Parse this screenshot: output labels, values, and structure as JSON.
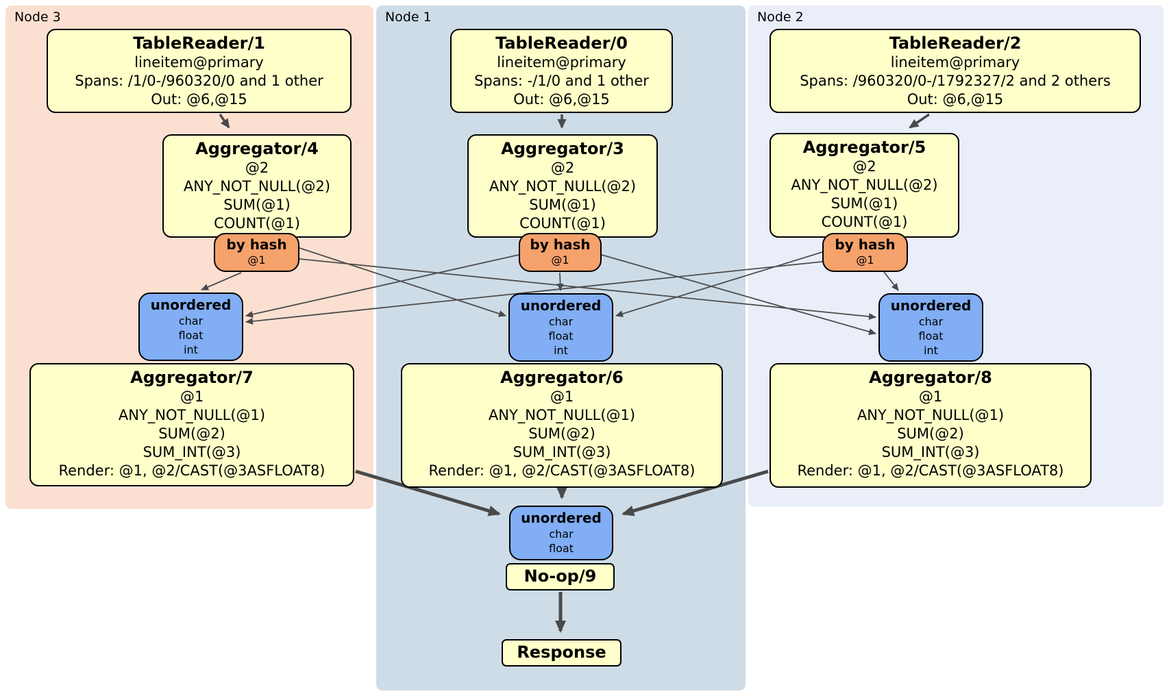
{
  "node3": {
    "label": "Node 3",
    "table_reader": {
      "title": "TableReader/1",
      "lines": [
        "lineitem@primary",
        "Spans: /1/0-/960320/0 and 1 other",
        "Out: @6,@15"
      ]
    },
    "aggregator_top": {
      "title": "Aggregator/4",
      "lines": [
        "@2",
        "ANY_NOT_NULL(@2)",
        "SUM(@1)",
        "COUNT(@1)"
      ]
    },
    "hash_router": {
      "title": "by hash",
      "sub": "@1"
    },
    "sync": {
      "title": "unordered",
      "lines": [
        "char",
        "float",
        "int"
      ]
    },
    "aggregator_bottom": {
      "title": "Aggregator/7",
      "lines": [
        "@1",
        "ANY_NOT_NULL(@1)",
        "SUM(@2)",
        "SUM_INT(@3)",
        "Render: @1, @2/CAST(@3ASFLOAT8)"
      ]
    }
  },
  "node1": {
    "label": "Node 1",
    "table_reader": {
      "title": "TableReader/0",
      "lines": [
        "lineitem@primary",
        "Spans: -/1/0 and 1 other",
        "Out: @6,@15"
      ]
    },
    "aggregator_top": {
      "title": "Aggregator/3",
      "lines": [
        "@2",
        "ANY_NOT_NULL(@2)",
        "SUM(@1)",
        "COUNT(@1)"
      ]
    },
    "hash_router": {
      "title": "by hash",
      "sub": "@1"
    },
    "sync": {
      "title": "unordered",
      "lines": [
        "char",
        "float",
        "int"
      ]
    },
    "aggregator_bottom": {
      "title": "Aggregator/6",
      "lines": [
        "@1",
        "ANY_NOT_NULL(@1)",
        "SUM(@2)",
        "SUM_INT(@3)",
        "Render: @1, @2/CAST(@3ASFLOAT8)"
      ]
    },
    "final_sync": {
      "title": "unordered",
      "lines": [
        "char",
        "float"
      ]
    },
    "noop": {
      "title": "No-op/9"
    },
    "response": {
      "title": "Response"
    }
  },
  "node2": {
    "label": "Node 2",
    "table_reader": {
      "title": "TableReader/2",
      "lines": [
        "lineitem@primary",
        "Spans: /960320/0-/1792327/2 and 2 others",
        "Out: @6,@15"
      ]
    },
    "aggregator_top": {
      "title": "Aggregator/5",
      "lines": [
        "@2",
        "ANY_NOT_NULL(@2)",
        "SUM(@1)",
        "COUNT(@1)"
      ]
    },
    "hash_router": {
      "title": "by hash",
      "sub": "@1"
    },
    "sync": {
      "title": "unordered",
      "lines": [
        "char",
        "float",
        "int"
      ]
    },
    "aggregator_bottom": {
      "title": "Aggregator/8",
      "lines": [
        "@1",
        "ANY_NOT_NULL(@1)",
        "SUM(@2)",
        "SUM_INT(@3)",
        "Render: @1, @2/CAST(@3ASFLOAT8)"
      ]
    }
  },
  "edges": [
    {
      "from": "TableReader/1",
      "to": "Aggregator/4"
    },
    {
      "from": "TableReader/0",
      "to": "Aggregator/3"
    },
    {
      "from": "TableReader/2",
      "to": "Aggregator/5"
    },
    {
      "from": "Aggregator/4",
      "to": "Aggregator/7",
      "via": "by hash @1 / unordered"
    },
    {
      "from": "Aggregator/4",
      "to": "Aggregator/6",
      "via": "by hash @1 / unordered"
    },
    {
      "from": "Aggregator/4",
      "to": "Aggregator/8",
      "via": "by hash @1 / unordered"
    },
    {
      "from": "Aggregator/3",
      "to": "Aggregator/7",
      "via": "by hash @1 / unordered"
    },
    {
      "from": "Aggregator/3",
      "to": "Aggregator/6",
      "via": "by hash @1 / unordered"
    },
    {
      "from": "Aggregator/3",
      "to": "Aggregator/8",
      "via": "by hash @1 / unordered"
    },
    {
      "from": "Aggregator/5",
      "to": "Aggregator/7",
      "via": "by hash @1 / unordered"
    },
    {
      "from": "Aggregator/5",
      "to": "Aggregator/6",
      "via": "by hash @1 / unordered"
    },
    {
      "from": "Aggregator/5",
      "to": "Aggregator/8",
      "via": "by hash @1 / unordered"
    },
    {
      "from": "Aggregator/7",
      "to": "No-op/9",
      "via": "unordered"
    },
    {
      "from": "Aggregator/6",
      "to": "No-op/9",
      "via": "unordered"
    },
    {
      "from": "Aggregator/8",
      "to": "No-op/9",
      "via": "unordered"
    },
    {
      "from": "No-op/9",
      "to": "Response"
    }
  ],
  "colors": {
    "node3_panel": "#fbe0d1",
    "node1_panel": "#cedce7",
    "node2_panel": "#e9eef8",
    "processor_box": "#feffc9",
    "hash_router_box": "#f5a26c",
    "sync_box": "#81aef5",
    "edge": "#4a4a4a"
  }
}
